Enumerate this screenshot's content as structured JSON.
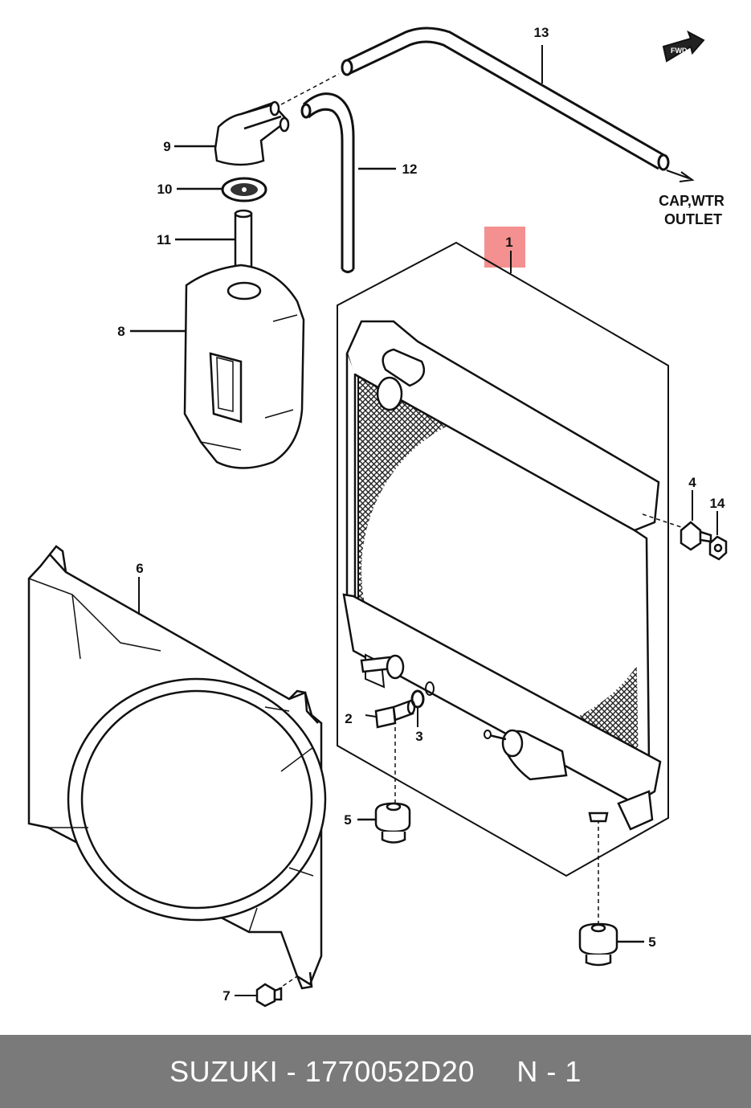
{
  "diagram": {
    "callouts": {
      "c1": "1",
      "c2": "2",
      "c3": "3",
      "c4": "4",
      "c5a": "5",
      "c5b": "5",
      "c6": "6",
      "c7": "7",
      "c8": "8",
      "c9": "9",
      "c10": "10",
      "c11": "11",
      "c12": "12",
      "c13": "13",
      "c14": "14"
    },
    "note_line1": "CAP,WTR",
    "note_line2": "OUTLET",
    "fwd_label": "FWD",
    "highlight_color": "#f26b6b"
  },
  "footer": {
    "text": "SUZUKI - 1770052D20     N - 1",
    "background": "#7a7a7a"
  }
}
